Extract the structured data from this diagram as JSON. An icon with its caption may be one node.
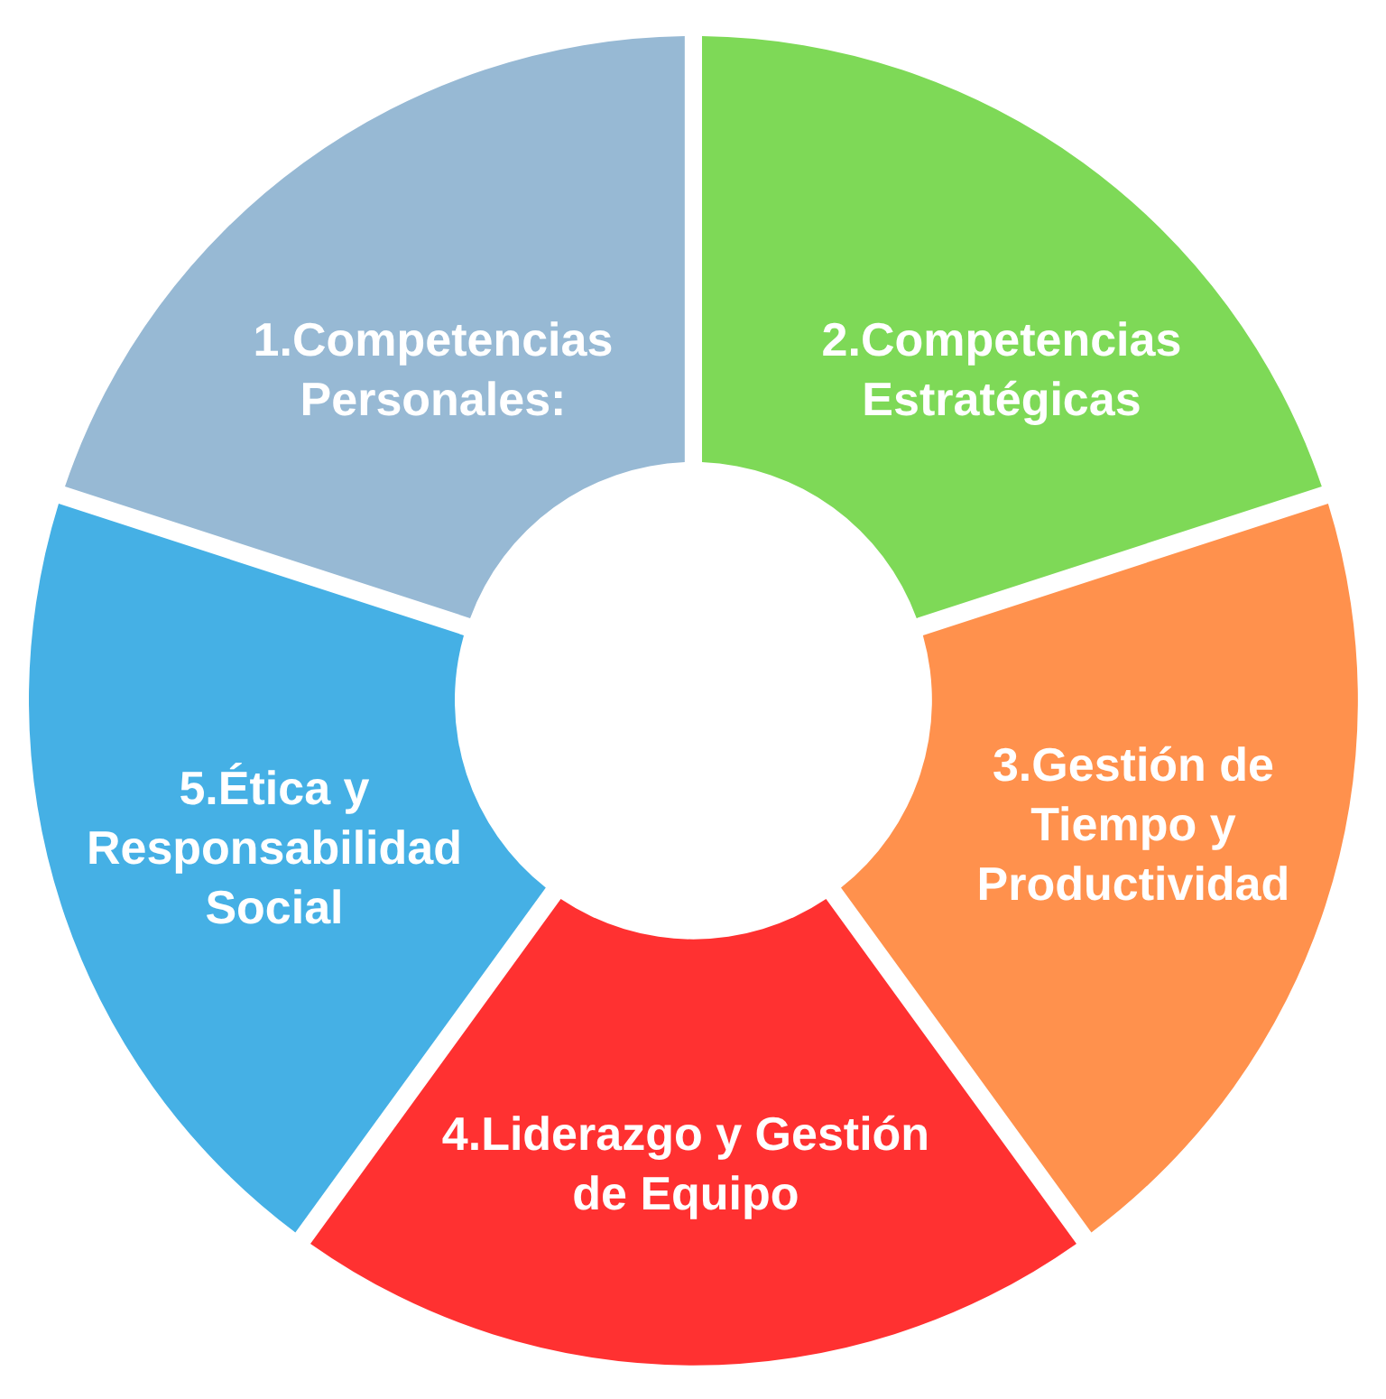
{
  "diagram": {
    "nodes": [
      {
        "text": [
          "1.Competencias Personales:"
        ]
      },
      {
        "text": [
          "2.Competencias Estratégicas"
        ]
      },
      {
        "text": [
          "3.Gestión de Tiempo y Productividad"
        ]
      },
      {
        "text": [
          "4.Liderazgo y Gestión de Equipo"
        ]
      },
      {
        "text": [
          "5.Ética y Responsabilidad Social"
        ]
      }
    ]
  }
}
